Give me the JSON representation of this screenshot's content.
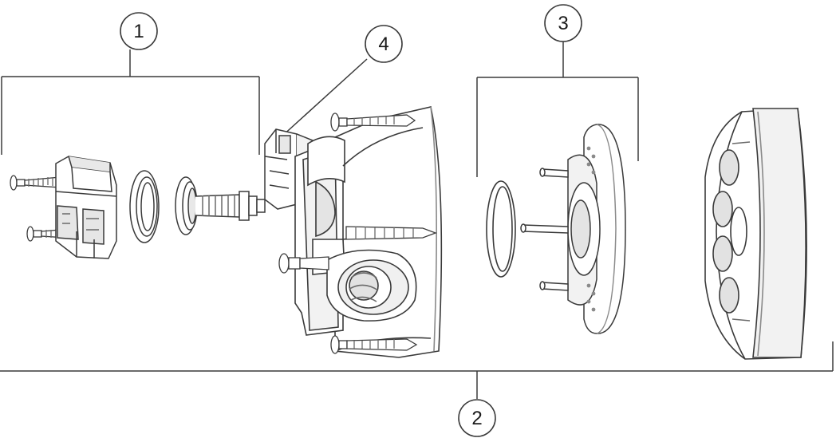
{
  "diagram": {
    "callouts": [
      {
        "id": "callout-1",
        "label": "1"
      },
      {
        "id": "callout-2",
        "label": "2"
      },
      {
        "id": "callout-3",
        "label": "3"
      },
      {
        "id": "callout-4",
        "label": "4"
      }
    ],
    "colors": {
      "line": "#3a3a3a",
      "shade": "#8a8a8a",
      "light": "#d6d6d6",
      "background": "#ffffff"
    }
  }
}
